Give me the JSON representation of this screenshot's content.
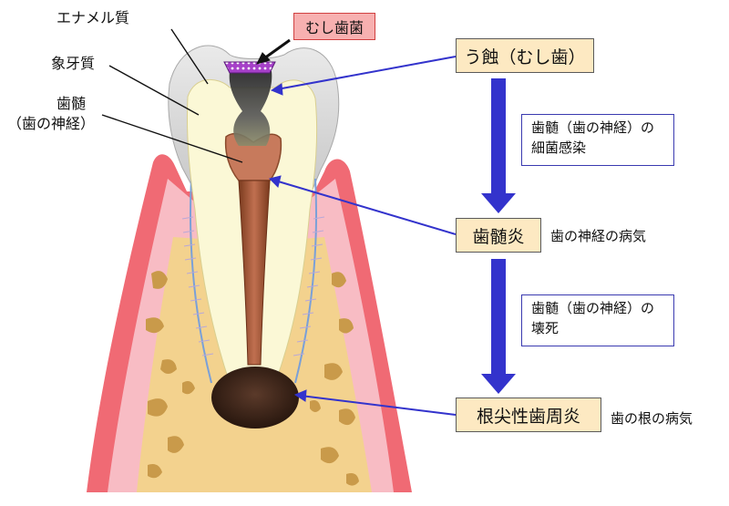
{
  "labels": {
    "enamel": "エナメル質",
    "dentin": "象牙質",
    "pulp_line1": "歯髄",
    "pulp_line2": "（歯の神経）",
    "caries_tag": "むし歯菌"
  },
  "stages": [
    {
      "name": "う蝕（むし歯）"
    },
    {
      "name": "歯髄炎",
      "description": "歯の神経の病気"
    },
    {
      "name": "根尖性歯周炎",
      "description": "歯の根の病気"
    }
  ],
  "transitions": [
    {
      "line1": "歯髄（歯の神経）の",
      "line2": "細菌感染"
    },
    {
      "line1": "歯髄（歯の神経）の",
      "line2": "壊死"
    }
  ],
  "colors": {
    "gum": "#f06070",
    "gum_inner": "#f7b3bd",
    "bone": "#f2d08a",
    "bone_holes": "#c99a4a",
    "enamel": "#d8d8d8",
    "dentin": "#fbf7d4",
    "pulp": "#c8755a",
    "root_canal": "#9a5530",
    "lesion": "#3a2418",
    "caries": "#9a32c0",
    "flow_arrow": "#3333cc",
    "stage_box_fill": "#fde9c2",
    "caries_tag_fill": "#f7b0b0"
  }
}
